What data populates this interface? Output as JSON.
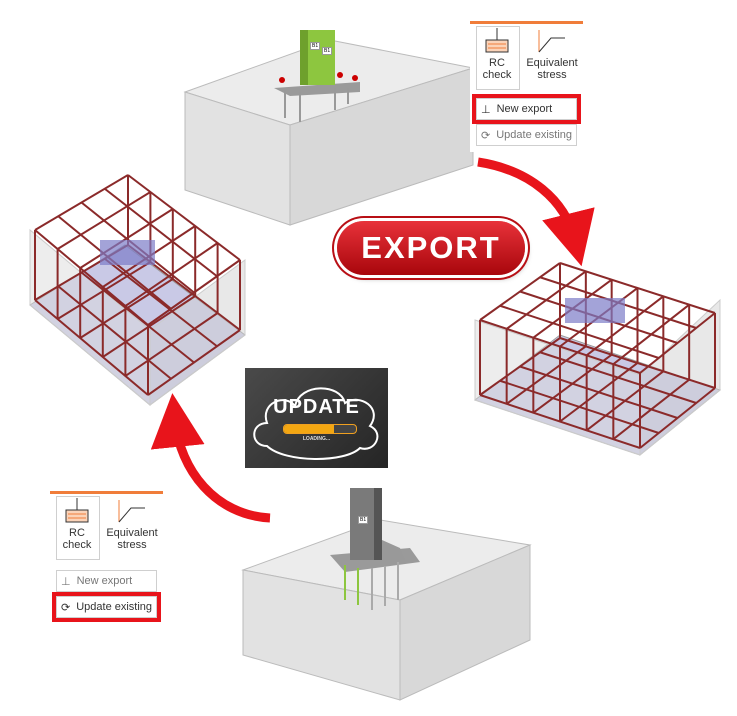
{
  "export_badge": {
    "label": "EXPORT",
    "color": "#d0141b"
  },
  "update_image": {
    "title": "UPDATE",
    "status": "LOADING...",
    "progress_percent": 70
  },
  "top_menu": {
    "rc_check": "RC check",
    "equivalent_stress": "Equivalent stress",
    "new_export": "New export",
    "update_existing": "Update existing",
    "highlighted": "New export"
  },
  "bottom_menu": {
    "rc_check": "RC check",
    "equivalent_stress": "Equivalent stress",
    "new_export": "New export",
    "update_existing": "Update existing",
    "highlighted": "Update existing"
  },
  "model_tags": {
    "top_a": "B1",
    "top_b": "B1",
    "bottom": "B1"
  },
  "colors": {
    "accent": "#f07d3a",
    "highlight": "#e8141b",
    "arrow": "#e8141b",
    "rebar": "#8b2a2a"
  }
}
